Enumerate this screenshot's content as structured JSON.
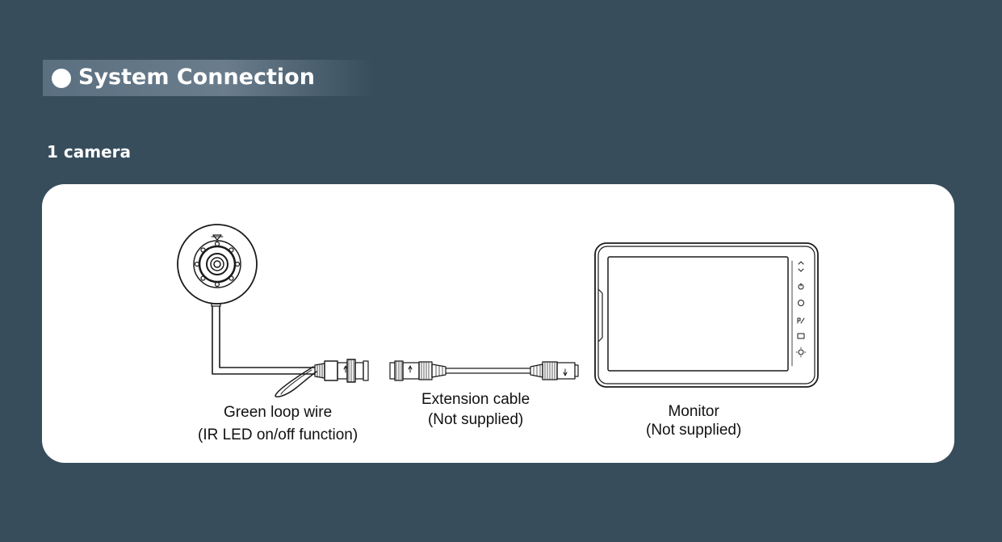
{
  "header": {
    "title": "System Connection"
  },
  "section": {
    "title": "1 camera"
  },
  "diagram": {
    "components": [
      {
        "id": "camera",
        "lines": [
          "Green loop wire",
          "(IR LED on/off function)"
        ]
      },
      {
        "id": "extension",
        "lines": [
          "Extension cable",
          "(Not supplied)"
        ]
      },
      {
        "id": "monitor",
        "lines": [
          "Monitor",
          "(Not supplied)"
        ]
      }
    ],
    "monitor_buttons": [
      "UP",
      "DOWN",
      "POWER",
      "MODE",
      "P/N",
      "REC",
      "SETTING"
    ]
  },
  "colors": {
    "background": "#374d5c",
    "panel": "#ffffff",
    "line": "#1a1a1a"
  }
}
